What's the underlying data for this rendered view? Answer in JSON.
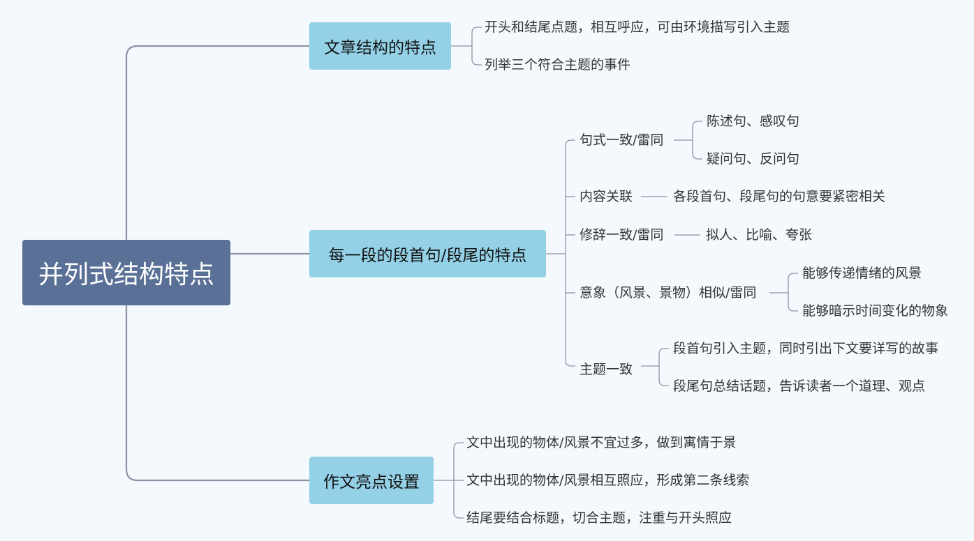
{
  "root": {
    "label": "并列式结构特点"
  },
  "colors": {
    "root_fill": "#5b7096",
    "branch_fill": "#94d1e7",
    "connector": "#8c93a5",
    "background": "#f4f9fd"
  },
  "branches": [
    {
      "label": "文章结构的特点",
      "children": [
        {
          "label": "开头和结尾点题，相互呼应，可由环境描写引入主题"
        },
        {
          "label": "列举三个符合主题的事件"
        }
      ]
    },
    {
      "label": "每一段的段首句/段尾的特点",
      "children": [
        {
          "label": "句式一致/雷同",
          "children": [
            {
              "label": "陈述句、感叹句"
            },
            {
              "label": "疑问句、反问句"
            }
          ]
        },
        {
          "label": "内容关联",
          "children": [
            {
              "label": "各段首句、段尾句的句意要紧密相关"
            }
          ]
        },
        {
          "label": "修辞一致/雷同",
          "children": [
            {
              "label": "拟人、比喻、夸张"
            }
          ]
        },
        {
          "label": "意象（风景、景物）相似/雷同",
          "children": [
            {
              "label": "能够传递情绪的风景"
            },
            {
              "label": "能够暗示时间变化的物象"
            }
          ]
        },
        {
          "label": "主题一致",
          "children": [
            {
              "label": "段首句引入主题，同时引出下文要详写的故事"
            },
            {
              "label": "段尾句总结话题，告诉读者一个道理、观点"
            }
          ]
        }
      ]
    },
    {
      "label": "作文亮点设置",
      "children": [
        {
          "label": "文中出现的物体/风景不宜过多，做到寓情于景"
        },
        {
          "label": "文中出现的物体/风景相互照应，形成第二条线索"
        },
        {
          "label": "结尾要结合标题，切合主题，注重与开头照应"
        }
      ]
    }
  ]
}
